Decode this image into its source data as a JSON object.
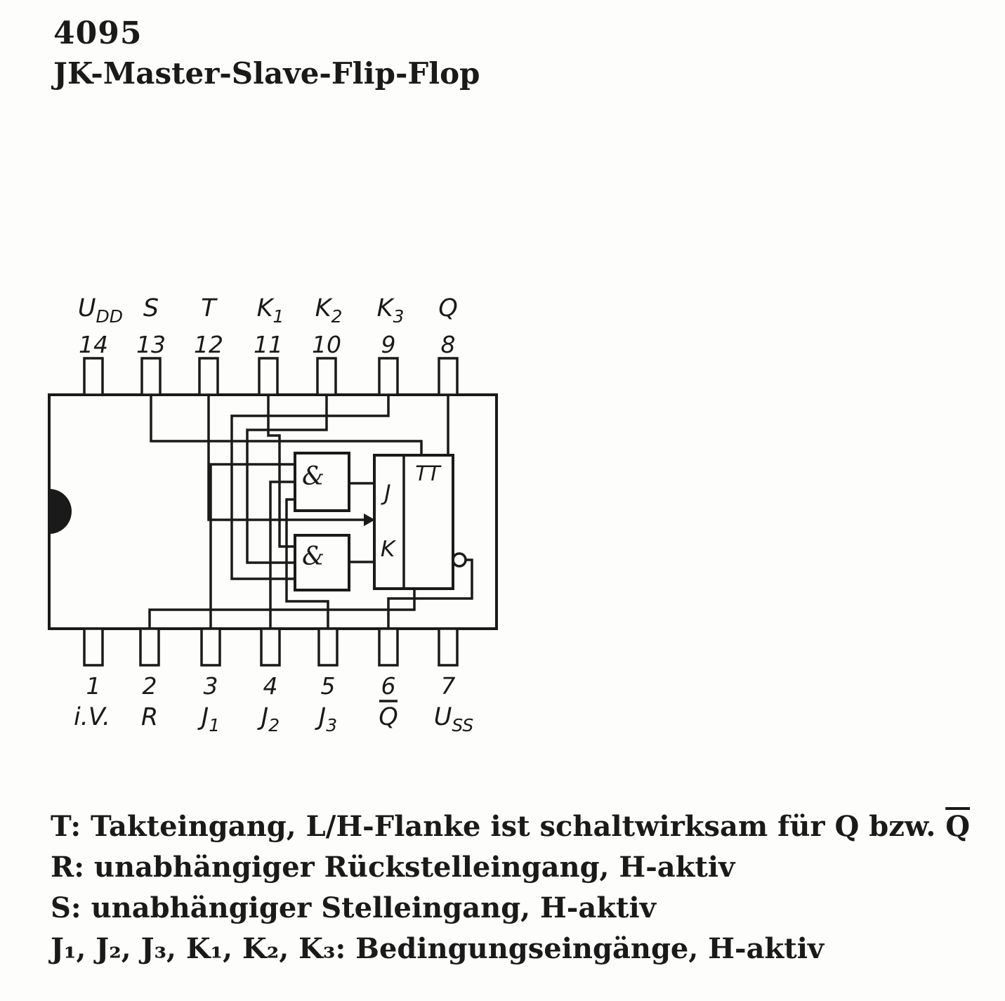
{
  "page": {
    "title": "4095",
    "subtitle": "JK-Master-Slave-Flip-Flop"
  },
  "diagram": {
    "pins_top": [
      {
        "num": "14",
        "main": "U",
        "sub": "DD"
      },
      {
        "num": "13",
        "main": "S",
        "sub": ""
      },
      {
        "num": "12",
        "main": "T",
        "sub": ""
      },
      {
        "num": "11",
        "main": "K",
        "sub": "1"
      },
      {
        "num": "10",
        "main": "K",
        "sub": "2"
      },
      {
        "num": "9",
        "main": "K",
        "sub": "3"
      },
      {
        "num": "8",
        "main": "Q",
        "sub": ""
      }
    ],
    "pins_bottom": [
      {
        "num": "1",
        "main": "i.V.",
        "sub": ""
      },
      {
        "num": "2",
        "main": "R",
        "sub": ""
      },
      {
        "num": "3",
        "main": "J",
        "sub": "1"
      },
      {
        "num": "4",
        "main": "J",
        "sub": "2"
      },
      {
        "num": "5",
        "main": "J",
        "sub": "3"
      },
      {
        "num": "6",
        "main": "Q",
        "sub": ""
      },
      {
        "num": "7",
        "main": "U",
        "sub": "SS"
      }
    ],
    "gates": {
      "and1_label": "&",
      "and2_label": "&"
    },
    "flipflop": {
      "type_label": "TT",
      "j_label": "J",
      "k_label": "K"
    }
  },
  "notes": {
    "line1_pre": "T: Takteingang, L/H-Flanke ist schaltwirksam für Q bzw. ",
    "line1_overline": "Q",
    "line2": "R: unabhängiger Rückstelleingang, H-aktiv",
    "line3": "S: unabhängiger Stelleingang, H-aktiv",
    "line4": "J₁, J₂, J₃, K₁, K₂, K₃: Bedingungseingänge, H-aktiv"
  },
  "colors": {
    "ink": "#1a1a1a",
    "paper": "#fdfdfb"
  }
}
